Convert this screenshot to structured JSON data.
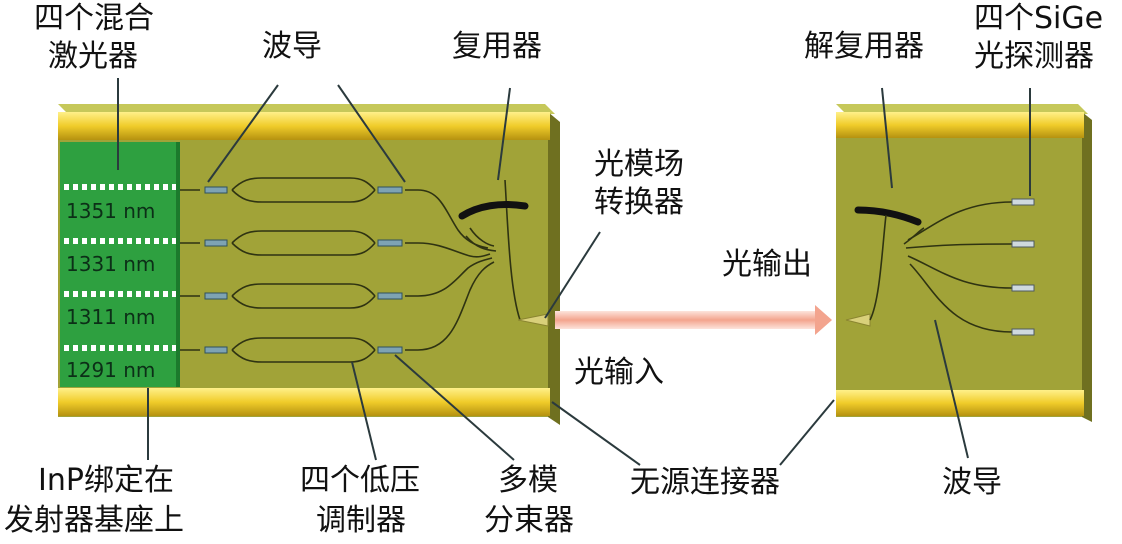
{
  "labels": {
    "lasers": [
      "四个混合",
      "激光器"
    ],
    "waveguide_top": "波导",
    "mux": "复用器",
    "mode_converter": [
      "光模场",
      "转换器"
    ],
    "optical_output": "光输出",
    "optical_input": "光输入",
    "demux": "解复用器",
    "photodetectors": [
      "四个SiGe",
      "光探测器"
    ],
    "inp_bonded": [
      "InP绑定在",
      "发射器基座上"
    ],
    "modulators": [
      "四个低压",
      "调制器"
    ],
    "splitter": [
      "多模",
      "分束器"
    ],
    "passive_connector": "无源连接器",
    "waveguide_bottom": "波导"
  },
  "wavelengths": [
    "1351 nm",
    "1331 nm",
    "1311 nm",
    "1291 nm"
  ],
  "colors": {
    "chip_green": "#a1a338",
    "laser_green": "#2ea040",
    "gold_rail": "#f2d23a",
    "beam": "#f6b8a8"
  }
}
